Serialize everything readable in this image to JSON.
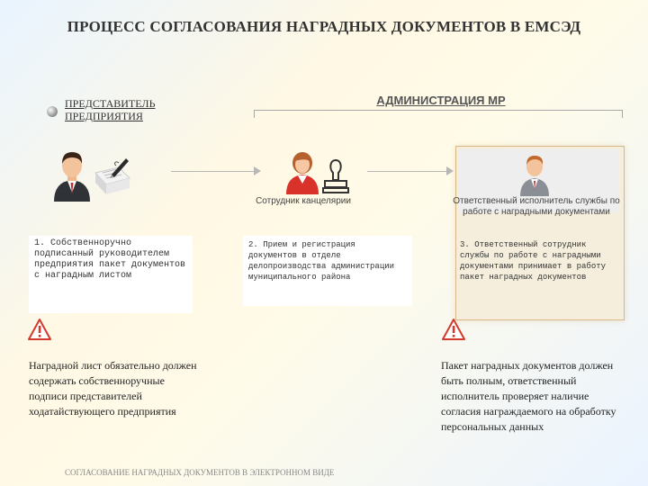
{
  "title": "ПРОЦЕСС СОГЛАСОВАНИЯ НАГРАДНЫХ ДОКУМЕНТОВ В ЕМСЭД",
  "representative_label": "ПРЕДСТАВИТЕЛЬ\nПРЕДПРИЯТИЯ",
  "admin_label": "АДМИНИСТРАЦИЯ МР",
  "roles": {
    "office_staff": "Сотрудник канцелярии",
    "responsible": "Ответственный исполнитель службы по работе с наградными документами"
  },
  "steps": [
    "1. Собственноручно подписанный руководителем предприятия пакет документов с наградным листом",
    "2. Прием и регистрация документов в отделе делопроизводства администрации муниципального района",
    "3. Ответственный сотрудник службы по работе с наградными документами принимает в работу пакет наградных документов"
  ],
  "notes": [
    "Наградной лист обязательно должен содержать собственноручные подписи представителей ходатайствующего предприятия",
    "Пакет наградных документов должен быть полным, ответственный исполнитель проверяет наличие согласия награждаемого на обработку персональных данных"
  ],
  "footer": "СОГЛАСОВАНИЕ НАГРАДНЫХ ДОКУМЕНТОВ В ЭЛЕКТРОННОМ ВИДЕ",
  "icons": [
    "person-icon",
    "document-signing-icon",
    "woman-icon",
    "stamp-icon",
    "warning-icon"
  ],
  "colors": {
    "accent": "#d33a2c",
    "box_border": "#d8b888"
  }
}
